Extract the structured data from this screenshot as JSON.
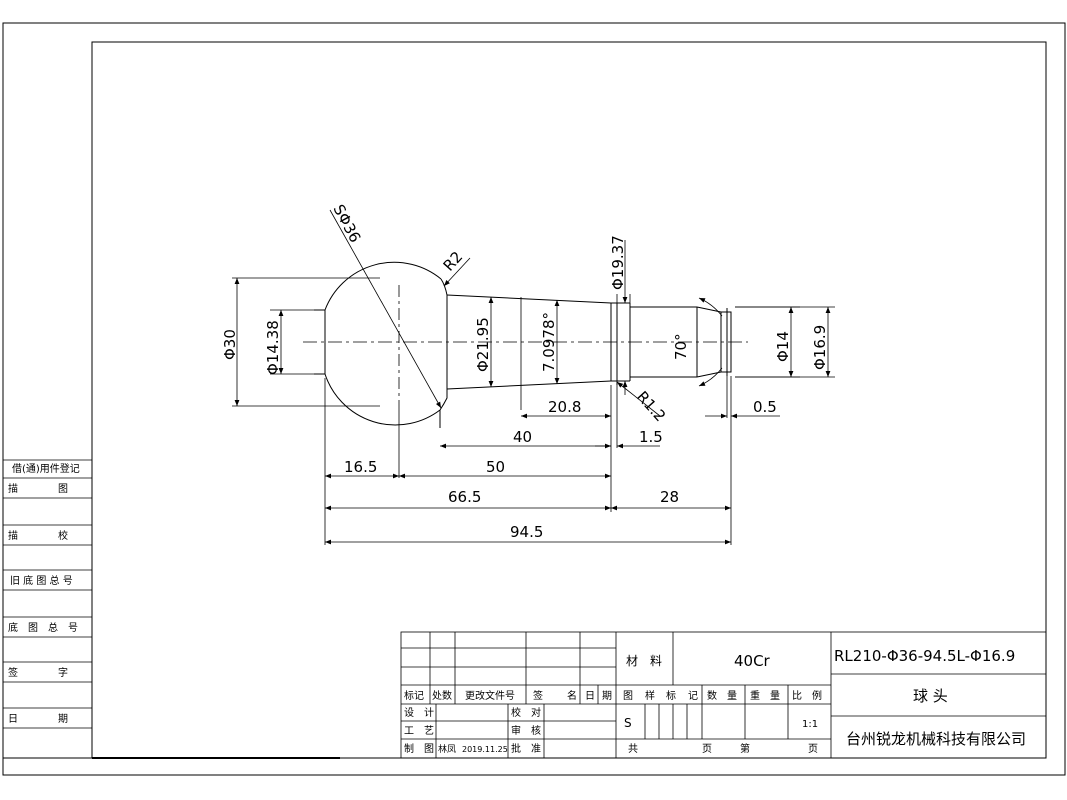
{
  "dimensions": {
    "sphere_dia": "SΦ36",
    "fillet_r2": "R2",
    "dia_30": "Φ30",
    "dia_14_38": "Φ14.38",
    "dia_21_95": "Φ21.95",
    "taper_angle": "7.0978°",
    "dia_19_37": "Φ19.37",
    "angle_70": "70°",
    "dia_14": "Φ14",
    "dia_16_9": "Φ16.9",
    "r1_2": "R1.2",
    "len_20_8": "20.8",
    "len_40": "40",
    "len_1_5": "1.5",
    "len_0_5": "0.5",
    "len_16_5": "16.5",
    "len_50": "50",
    "len_66_5": "66.5",
    "len_28": "28",
    "len_94_5": "94.5"
  },
  "side_panel": {
    "register": "借(通)用件登记",
    "trace_drawing": "描　　　　图",
    "trace_check": "描　　　　校",
    "old_base_no": "旧 底 图 总 号",
    "base_no": "底　图　总　号",
    "signature": "签　　　　字",
    "date": "日　　　　期"
  },
  "title_block": {
    "headers": [
      "标记",
      "处数",
      "更改文件号",
      "签",
      "名",
      "日",
      "期"
    ],
    "design": "设　计",
    "process": "工　艺",
    "drawn": "制　图",
    "drafter": "林凤",
    "drawn_date": "2019.11.25",
    "proofread": "校　对",
    "review": "审　核",
    "approve": "批　准",
    "material_label": "材　料",
    "material_value": "40Cr",
    "mark_cols": [
      "图",
      "样",
      "标",
      "记"
    ],
    "quantity": "数　量",
    "weight": "重　量",
    "scale_label": "比　例",
    "mark_value": "S",
    "scale_value": "1:1",
    "total": "共",
    "page": "页",
    "sheet": "第",
    "page2": "页",
    "drawing_number": "RL210-Φ36-94.5L-Φ16.9",
    "part_name": "球 头",
    "company": "台州锐龙机械科技有限公司"
  }
}
